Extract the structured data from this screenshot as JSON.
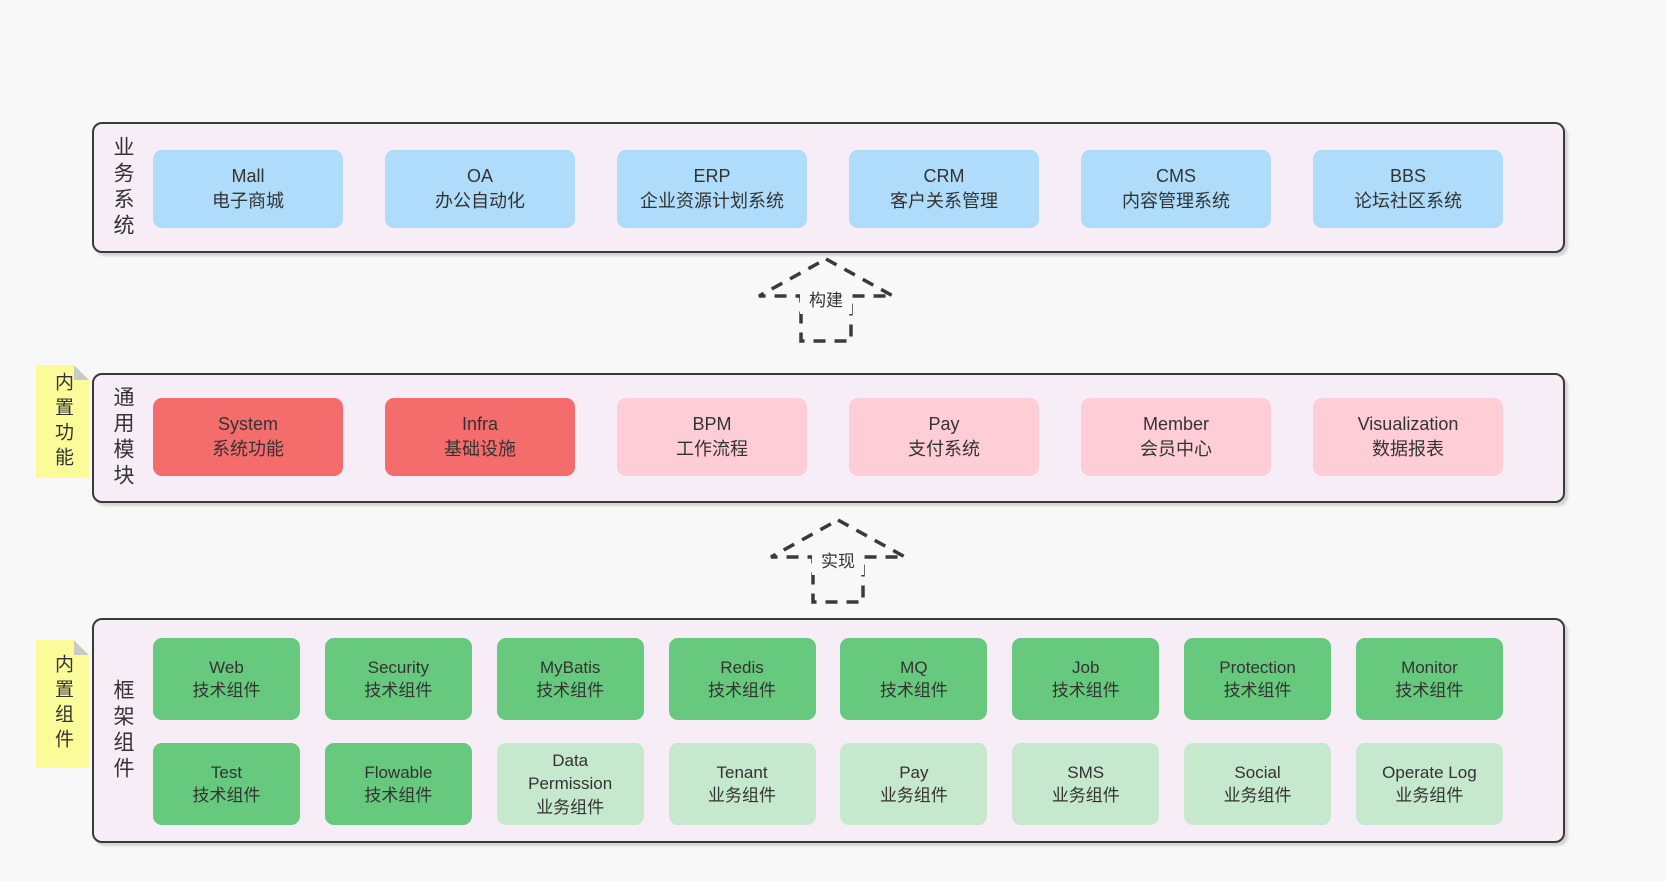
{
  "diagram": {
    "title_hint": "layered-architecture-diagram",
    "arrows": [
      {
        "label": "构建"
      },
      {
        "label": "实现"
      }
    ],
    "layers": {
      "business": {
        "label": "业务系统",
        "boxes": [
          {
            "name": "Mall",
            "desc": "电子商城"
          },
          {
            "name": "OA",
            "desc": "办公自动化"
          },
          {
            "name": "ERP",
            "desc": "企业资源计划系统"
          },
          {
            "name": "CRM",
            "desc": "客户关系管理"
          },
          {
            "name": "CMS",
            "desc": "内容管理系统"
          },
          {
            "name": "BBS",
            "desc": "论坛社区系统"
          }
        ]
      },
      "modules": {
        "label": "通用模块",
        "tag": "内置功能",
        "boxes": [
          {
            "name": "System",
            "desc": "系统功能"
          },
          {
            "name": "Infra",
            "desc": "基础设施"
          },
          {
            "name": "BPM",
            "desc": "工作流程"
          },
          {
            "name": "Pay",
            "desc": "支付系统"
          },
          {
            "name": "Member",
            "desc": "会员中心"
          },
          {
            "name": "Visualization",
            "desc": "数据报表"
          }
        ]
      },
      "framework": {
        "label": "框架组件",
        "tag": "内置组件",
        "row1": [
          {
            "name": "Web",
            "desc": "技术组件"
          },
          {
            "name": "Security",
            "desc": "技术组件"
          },
          {
            "name": "MyBatis",
            "desc": "技术组件"
          },
          {
            "name": "Redis",
            "desc": "技术组件"
          },
          {
            "name": "MQ",
            "desc": "技术组件"
          },
          {
            "name": "Job",
            "desc": "技术组件"
          },
          {
            "name": "Protection",
            "desc": "技术组件"
          },
          {
            "name": "Monitor",
            "desc": "技术组件"
          }
        ],
        "row2": [
          {
            "name": "Test",
            "desc": "技术组件"
          },
          {
            "name": "Flowable",
            "desc": "技术组件"
          },
          {
            "name": "Data Permission",
            "desc": "业务组件"
          },
          {
            "name": "Tenant",
            "desc": "业务组件"
          },
          {
            "name": "Pay",
            "desc": "业务组件"
          },
          {
            "name": "SMS",
            "desc": "业务组件"
          },
          {
            "name": "Social",
            "desc": "业务组件"
          },
          {
            "name": "Operate Log",
            "desc": "业务组件"
          }
        ]
      }
    },
    "colors": {
      "page_bg": "#f8f8f8",
      "layer_bg": "#f7edf6",
      "layer_border": "#3a3a3a",
      "blue_box": "#aedcfa",
      "red_box": "#f56c6c",
      "pink_box": "#fecdd6",
      "green_box": "#67c97d",
      "light_green_box": "#c6e8cd",
      "tag_bg": "#fbfb9a",
      "tag_fold": "#c9caca",
      "text": "#333333"
    }
  }
}
